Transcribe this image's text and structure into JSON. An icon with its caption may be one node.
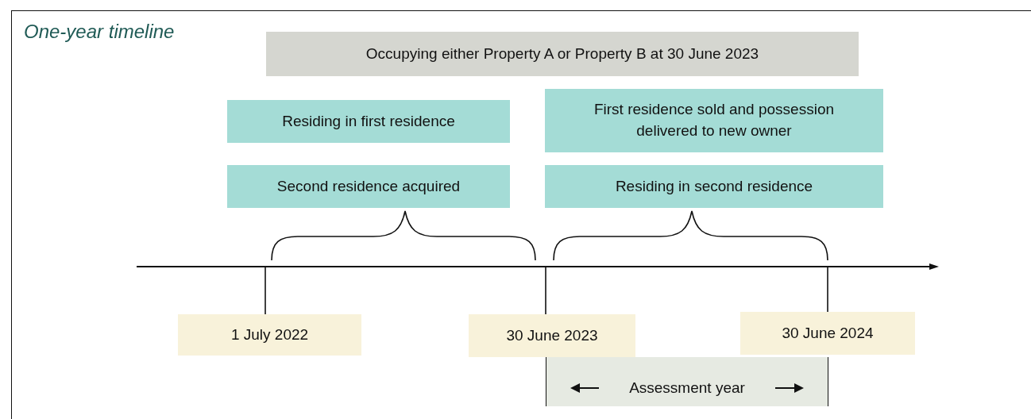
{
  "diagram": {
    "title": "One-year timeline",
    "nodes": [
      {
        "text": [
          "Occupying either Property A or Property B at 30 June 2023"
        ]
      },
      {
        "text": [
          "Residing in first residence"
        ]
      },
      {
        "text": [
          "First residence sold and possession delivered to new owner"
        ]
      },
      {
        "text": [
          "Second residence acquired"
        ]
      },
      {
        "text": [
          "Residing in second residence"
        ]
      },
      {
        "text": [
          "1 July 2022"
        ]
      },
      {
        "text": [
          "30 June 2023"
        ]
      },
      {
        "text": [
          "30 June 2024"
        ]
      },
      {
        "text": [
          "Assessment year"
        ]
      },
      {
        "text": [],
        "shape": "bar"
      }
    ],
    "edges": [
      {
        "from": 9,
        "to": 5,
        "arrow": "none"
      },
      {
        "from": 9,
        "to": 6,
        "arrow": "none"
      },
      {
        "from": 9,
        "to": 7,
        "arrow": "none"
      }
    ]
  }
}
